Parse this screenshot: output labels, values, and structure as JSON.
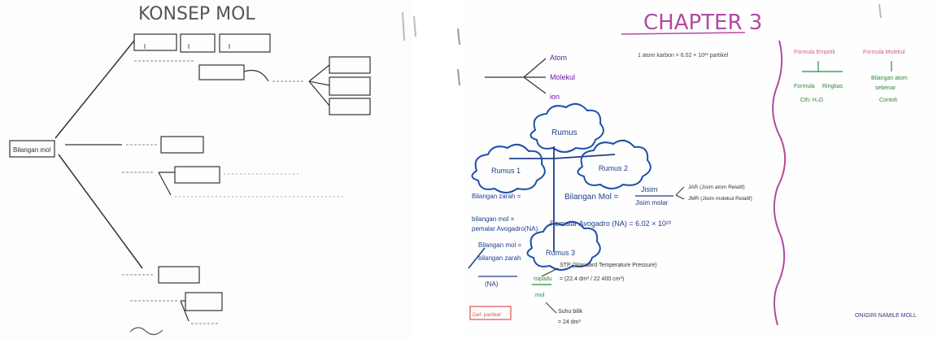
{
  "left_board": {
    "title": "KONSEP MOL",
    "root": "Bilangan mol"
  },
  "right_board": {
    "title": "CHAPTER 3",
    "particles": [
      "Atom",
      "Molekul",
      "ion"
    ],
    "formula_top": "1 atom karbon = 6.02 × 10²³ partikel",
    "cloud_center": "Rumus",
    "cloud_left": "Rumus 1",
    "cloud_right": "Rumus 2",
    "cloud_bottom": "Rumus 3",
    "left_col_1": "Bilangan zarah =",
    "left_col_2": "bilangan mol ×",
    "left_col_3": "pemalar Avogadro(NA)",
    "left_col_4": "Bilangan mol =",
    "left_col_5": "bilangan zarah",
    "left_col_6": "(NA)",
    "mol_eq_left": "Bilangan Mol =",
    "mol_eq_num": "Jisim",
    "mol_eq_den": "Jisim molar",
    "side_note_1": "JAR (Jisim atom Relatif)",
    "side_note_2": "JMR (Jisim molekul Relatif)",
    "avogadro": "Pemalar Avogadro (NA) = 6.02 × 10²³",
    "stp_1": "STP (Standard Temperature Pressure)",
    "stp_2": "= (22.4 dm³ / 22 400 cm³)",
    "isipadu": "Isipadu",
    "mol_small": "mol",
    "suhu_1": "Suhu bilik",
    "suhu_2": "= 24 dm³",
    "side_head_1": "Formula Empirik",
    "side_head_2": "Formula Molekul",
    "side_item_1": "Formula",
    "side_item_2": "Ringkas",
    "side_item_3": "Cth: H₂O",
    "side_item_4": "Bilangan atom",
    "side_item_5": "sebenar",
    "side_item_6": "Contoh",
    "footer_left": "Def: partikel",
    "footer_right": "ONIGIRI NAMILE MOLL"
  }
}
